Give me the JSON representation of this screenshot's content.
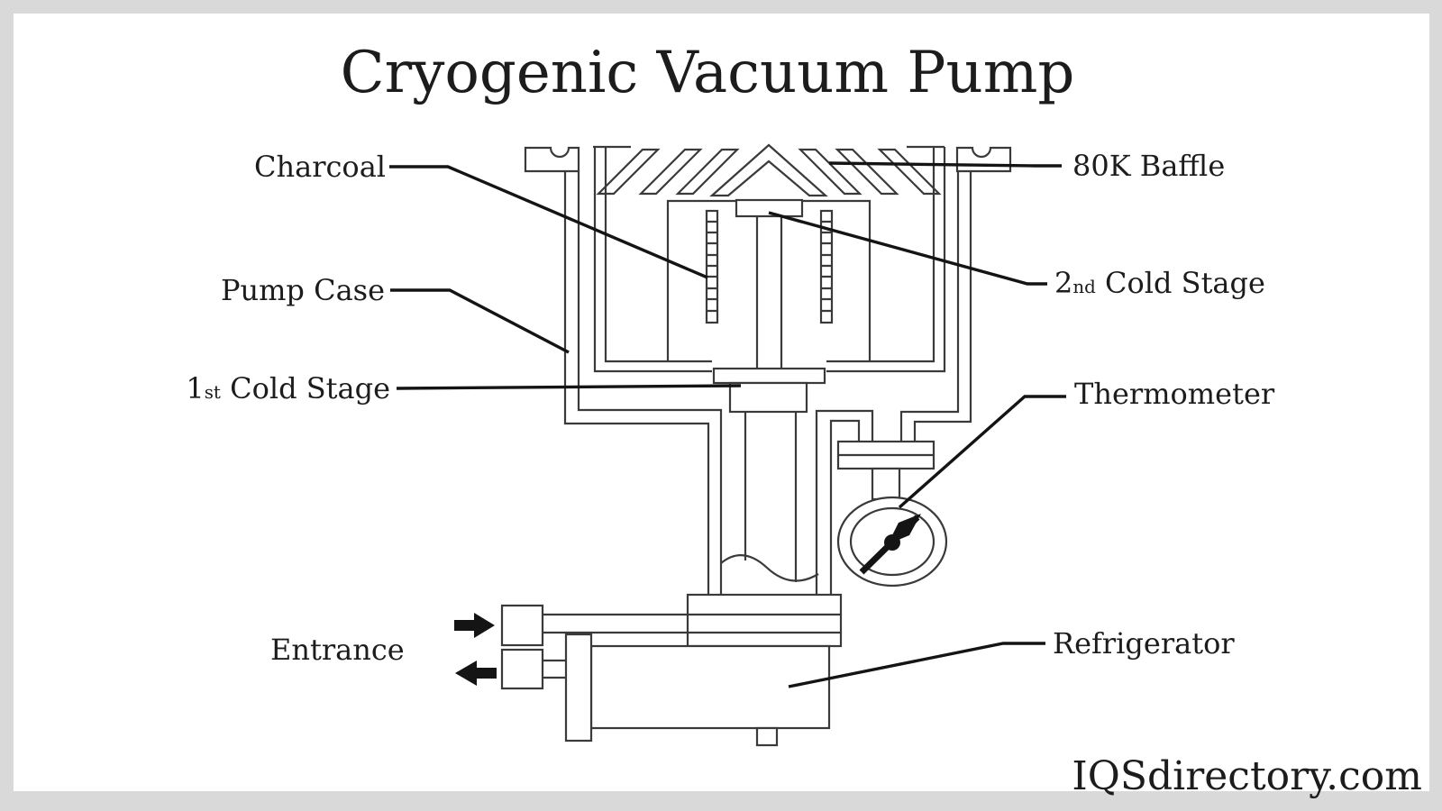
{
  "title": "Cryogenic Vacuum Pump",
  "watermark": "IQSdirectory.com",
  "labels": {
    "charcoal": "Charcoal",
    "pump_case": "Pump Case",
    "first_cold_stage": {
      "prefix": "1",
      "sub": "st",
      "suffix": " Cold Stage"
    },
    "entrance": "Entrance",
    "baffle": "80K Baffle",
    "second_cold_stage": {
      "prefix": "2",
      "sub": "nd",
      "suffix": " Cold Stage"
    },
    "thermometer": "Thermometer",
    "refrigerator": "Refrigerator"
  },
  "icons": {
    "entrance_in": "right-arrow",
    "entrance_out": "left-arrow"
  },
  "colors": {
    "line": "#3a3a3a",
    "leader": "#141414",
    "text": "#1c1c1c",
    "frame": "#d9d9d9",
    "canvas": "#ffffff"
  }
}
